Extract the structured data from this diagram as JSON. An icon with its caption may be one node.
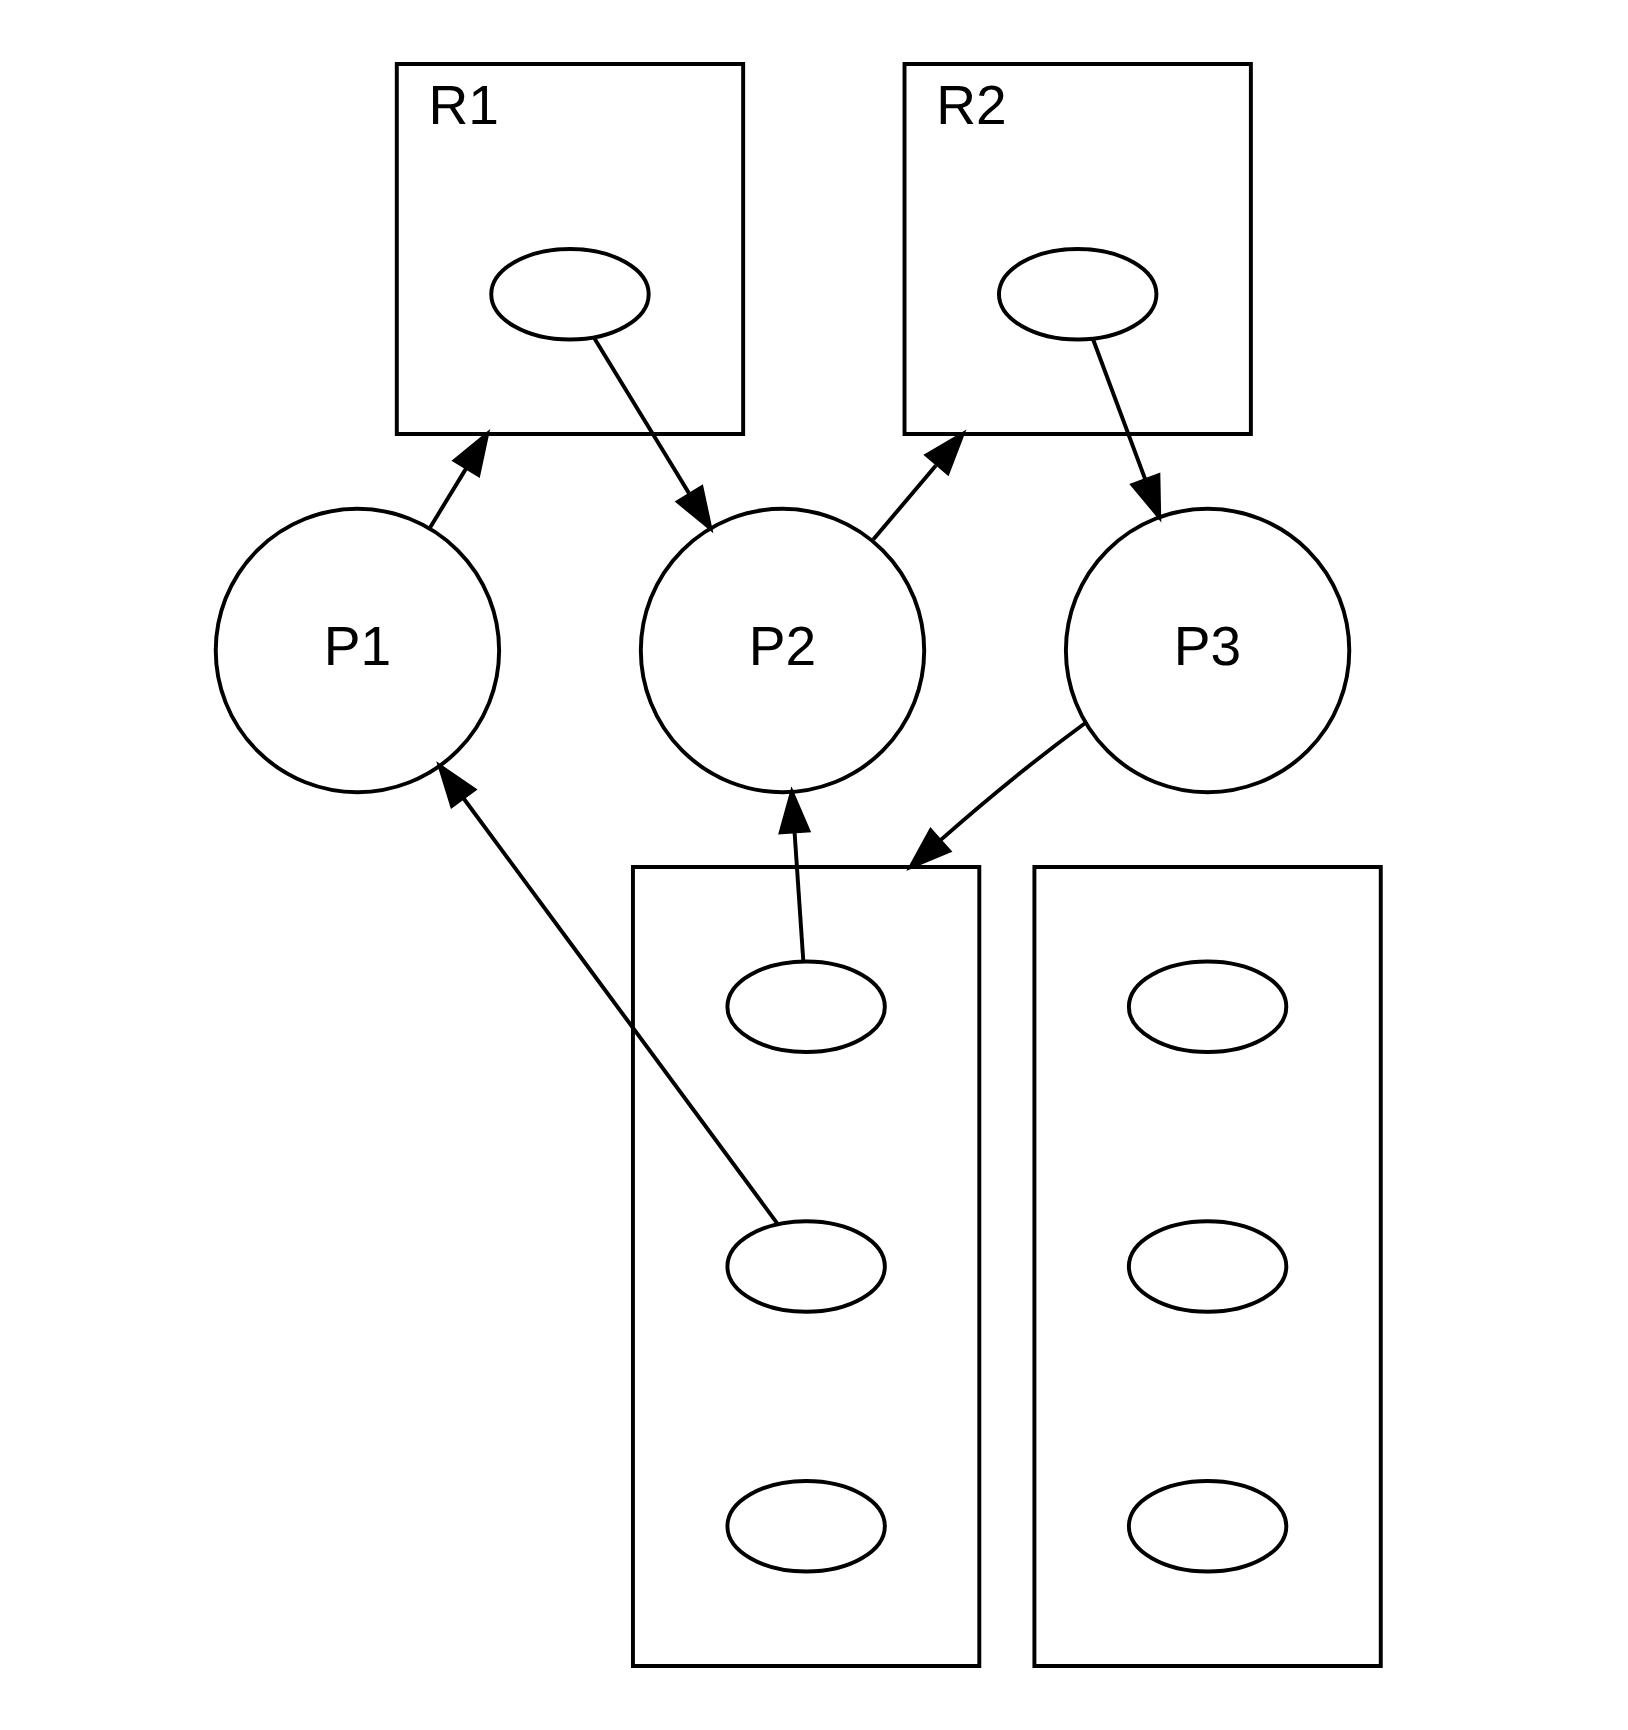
{
  "diagram": {
    "nodes": [
      {
        "text": [
          "R1"
        ]
      },
      {
        "text": [],
        "shape": "ellipse",
        "in": 0
      },
      {
        "text": [
          "R2"
        ]
      },
      {
        "text": [],
        "shape": "ellipse",
        "in": 2
      },
      {
        "text": [
          "P1"
        ]
      },
      {
        "text": [
          "P2"
        ]
      },
      {
        "text": [
          "P3"
        ]
      },
      {
        "text": [],
        "shape": "box"
      },
      {
        "text": [],
        "shape": "ellipse",
        "in": 7
      },
      {
        "text": [],
        "shape": "ellipse",
        "in": 7
      },
      {
        "text": [],
        "shape": "ellipse",
        "in": 7
      },
      {
        "text": [],
        "shape": "box"
      },
      {
        "text": [],
        "shape": "ellipse",
        "in": 11
      },
      {
        "text": [],
        "shape": "ellipse",
        "in": 11
      },
      {
        "text": [],
        "shape": "ellipse",
        "in": 11
      }
    ],
    "edges": [
      {
        "from": 4,
        "to": 0,
        "arrow": "to"
      },
      {
        "from": 1,
        "to": 5,
        "arrow": "to"
      },
      {
        "from": 5,
        "to": 2,
        "arrow": "to"
      },
      {
        "from": 3,
        "to": 6,
        "arrow": "to"
      },
      {
        "from": 6,
        "to": 7,
        "arrow": "to"
      },
      {
        "from": 8,
        "to": 5,
        "arrow": "to"
      },
      {
        "from": 9,
        "to": 4,
        "arrow": "to"
      }
    ]
  }
}
